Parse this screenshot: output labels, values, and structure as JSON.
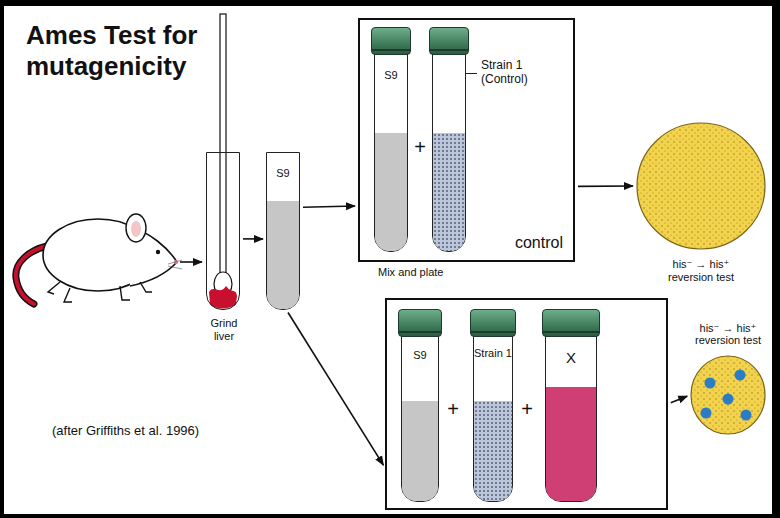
{
  "diagram": {
    "title": "Ames Test for mutagenicity",
    "nodes": [
      {
        "text": [
          "Grind liver"
        ]
      },
      {
        "text": [
          "S9"
        ]
      },
      {
        "text": [
          "control"
        ]
      },
      {
        "text": [
          "S9"
        ],
        "in": 2
      },
      {
        "text": [
          "Strain 1 (Control)"
        ],
        "in": 2
      },
      {
        "text": [
          "his⁻ → his⁺ reversion test"
        ]
      },
      {
        "text": [],
        "in": null
      },
      {
        "text": [
          "S9"
        ],
        "in": 6
      },
      {
        "text": [
          "Strain 1"
        ],
        "in": 6
      },
      {
        "text": [
          "X"
        ],
        "in": 6
      },
      {
        "text": [
          "his⁻ → his⁺ reversion test"
        ]
      }
    ],
    "edges": [
      {
        "from": 0,
        "to": 1,
        "arrow": "to"
      },
      {
        "from": 1,
        "to": 2,
        "arrow": "to"
      },
      {
        "from": 1,
        "to": 6,
        "arrow": "to"
      },
      {
        "from": 2,
        "to": 5,
        "arrow": "to"
      },
      {
        "from": 6,
        "to": 10,
        "arrow": "to"
      }
    ],
    "labels": [
      "+",
      "Mix and plate",
      "+",
      "+",
      "(after Griffiths et al. 1996)"
    ]
  }
}
